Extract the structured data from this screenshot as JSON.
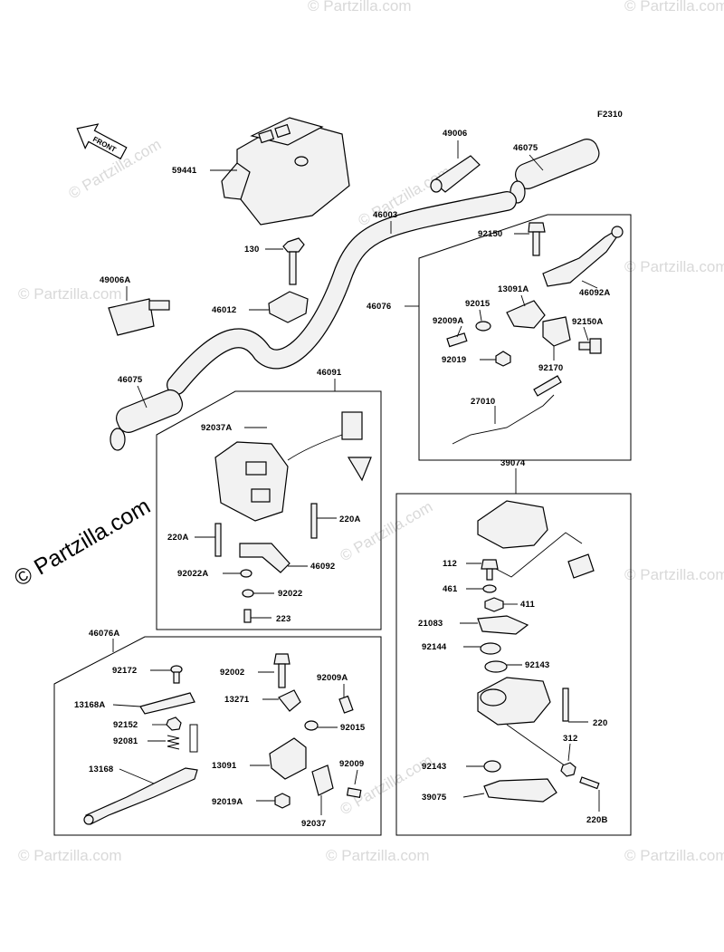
{
  "figure_code": "F2310",
  "front_tag": "FRONT",
  "watermark": {
    "text": "© Partzilla.com",
    "main_text": "© Partzilla.com"
  },
  "labels": {
    "p59441": "59441",
    "p49006": "49006",
    "p46075a": "46075",
    "p46003": "46003",
    "p130": "130",
    "p49006A": "49006A",
    "p46012": "46012",
    "p46075b": "46075",
    "p46091": "46091",
    "p92037A": "92037A",
    "p220A_l": "220A",
    "p220A_r": "220A",
    "p92022A": "92022A",
    "p46092": "46092",
    "p92022": "92022",
    "p223": "223",
    "p92150": "92150",
    "p13091A": "13091A",
    "p92015": "92015",
    "p46092A": "46092A",
    "p46076": "46076",
    "p92009A": "92009A",
    "p92150A": "92150A",
    "p92019": "92019",
    "p92170": "92170",
    "p27010": "27010",
    "p39074": "39074",
    "p112": "112",
    "p461": "461",
    "p411": "411",
    "p21083": "21083",
    "p92144": "92144",
    "p92143a": "92143",
    "p220": "220",
    "p312": "312",
    "p92143b": "92143",
    "p39075": "39075",
    "p220B": "220B",
    "p46076A": "46076A",
    "p92172": "92172",
    "p13168A": "13168A",
    "p92152": "92152",
    "p92081": "92081",
    "p13168": "13168",
    "p92002": "92002",
    "p13271": "13271",
    "p92009A_b": "92009A",
    "p92015_b": "92015",
    "p13091": "13091",
    "p92009": "92009",
    "p92019A": "92019A",
    "p92037": "92037"
  }
}
